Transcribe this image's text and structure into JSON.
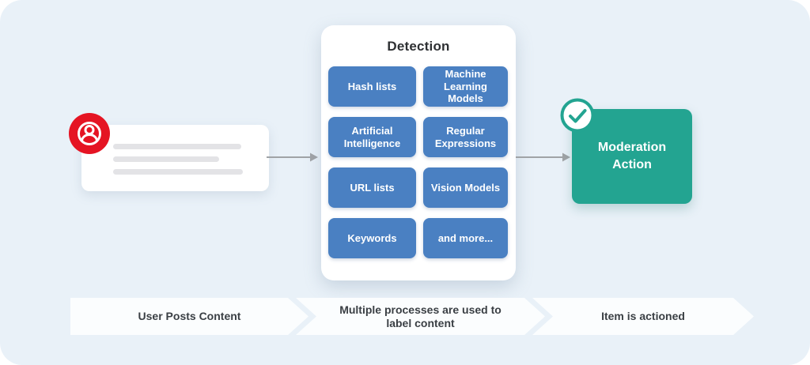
{
  "diagram": {
    "detection": {
      "title": "Detection",
      "methods": [
        "Hash lists",
        "Machine Learning Models",
        "Artificial Intelligence",
        "Regular Expressions",
        "URL lists",
        "Vision Models",
        "Keywords",
        "and more..."
      ]
    },
    "moderation": {
      "label": "Moderation Action"
    },
    "steps": [
      "User Posts Content",
      "Multiple processes are used to label content",
      "Item is actioned"
    ]
  },
  "colors": {
    "background": "#e9f1f8",
    "method_blue": "#4a80c2",
    "action_teal": "#23a491",
    "user_red": "#e51423",
    "arrow_gray": "#a0a3a6",
    "ribbon_white": "#fbfdfe"
  },
  "icons": {
    "user": "user-avatar-icon",
    "check": "check-icon"
  }
}
